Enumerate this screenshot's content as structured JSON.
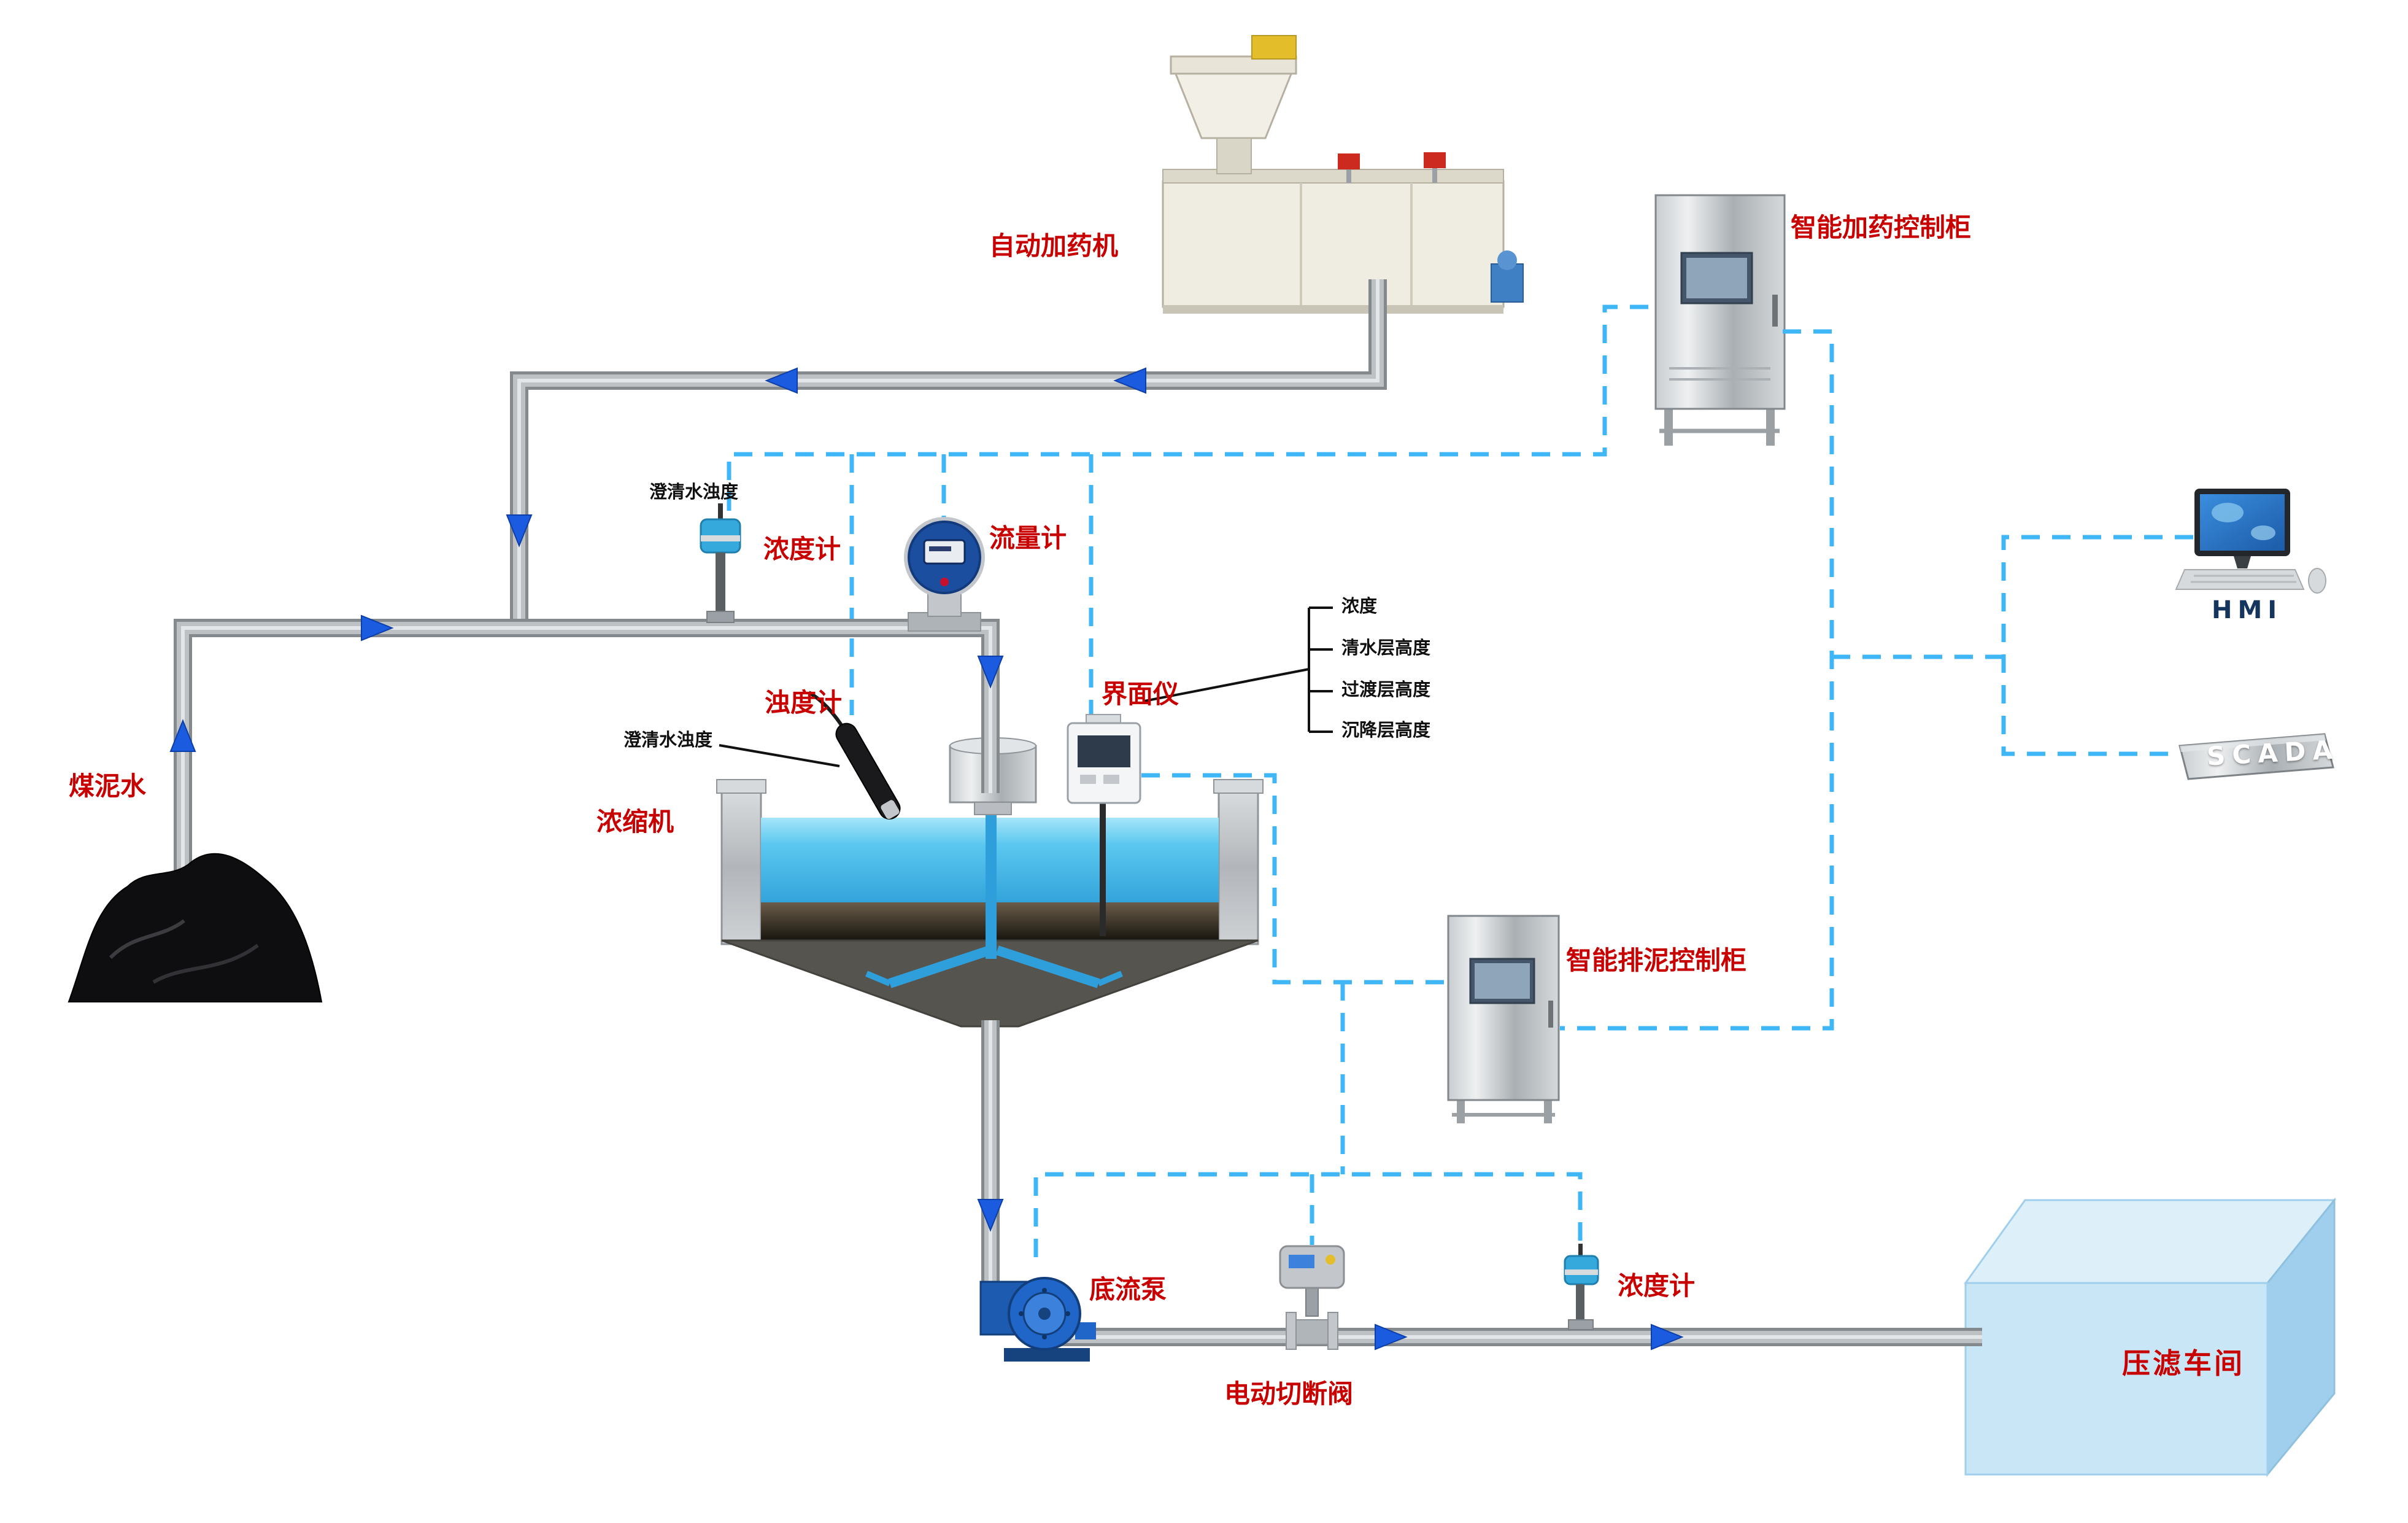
{
  "labels": {
    "coal_slurry": "煤泥水",
    "auto_doser": "自动加药机",
    "dosing_cabinet": "智能加药控制柜",
    "hmi": "HMI",
    "scada": "SCADA",
    "clarified_turbidity_top": "澄清水浊度",
    "density_meter_top": "浓度计",
    "flow_meter": "流量计",
    "turbidity_meter": "浊度计",
    "clarified_turbidity_probe": "澄清水浊度",
    "interface_meter": "界面仪",
    "thickener": "浓缩机",
    "mud_cabinet": "智能排泥控制柜",
    "underflow_pump": "底流泵",
    "shutoff_valve": "电动切断阀",
    "density_meter_bottom": "浓度计",
    "filter_press_shop": "压滤车间"
  },
  "interface_params": [
    "浓度",
    "清水层高度",
    "过渡层高度",
    "沉降层高度"
  ],
  "colors": {
    "label_red": "#c80000",
    "signal_dashed_blue": "#3fb6f5",
    "pipe_gray": "#bdc1c4",
    "flow_arrow_blue": "#1b5be0",
    "water_blue": "#59c6ee",
    "workshop_blue": "#c9e6f7"
  }
}
